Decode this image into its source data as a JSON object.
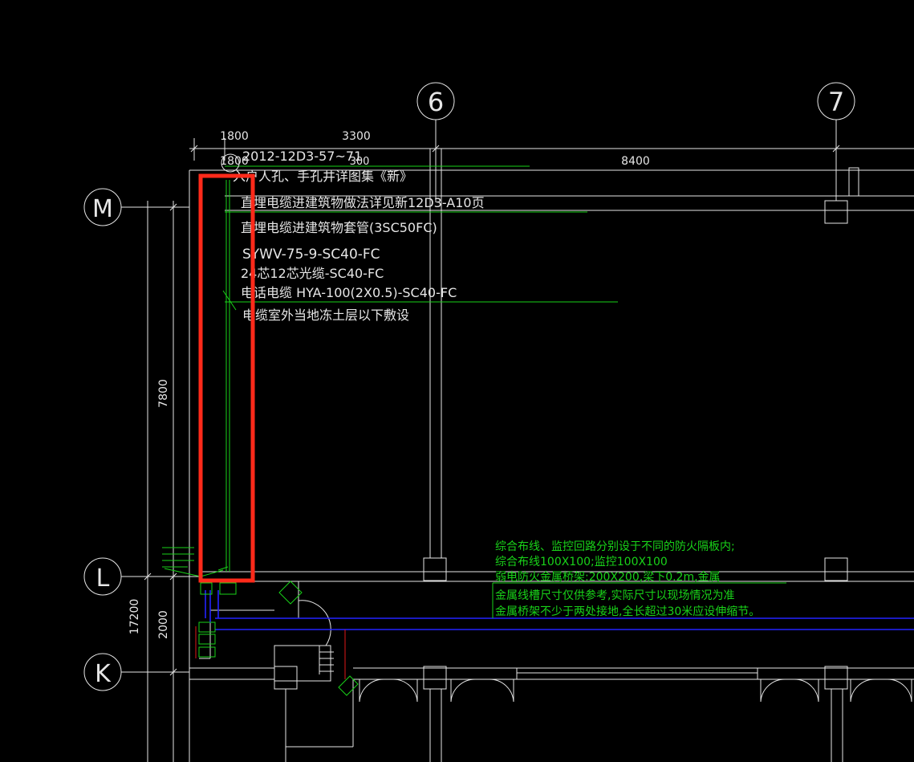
{
  "axes": {
    "col_6": "6",
    "col_7": "7",
    "row_M": "M",
    "row_L": "L",
    "row_K": "K"
  },
  "dimensions": {
    "top_1800": "1800",
    "top_3300": "3300",
    "top_8400": "8400",
    "top_1800b": "1800",
    "left_7800": "7800",
    "left_17200": "17200",
    "left_2000": "2000"
  },
  "notes_white": [
    "2012-12D3-57~71",
    "入户人孔、手孔井详图集《新》",
    "直埋电缆进建筑物做法详见新12D3-A10页",
    "直埋电缆进建筑物套管(3SC50FC)",
    "SYWV-75-9-SC40-FC",
    "24芯12芯光缆-SC40-FC",
    "电话电缆 HYA-100(2X0.5)-SC40-FC",
    "电缆室外当地冻土层以下敷设"
  ],
  "note_300": "300",
  "notes_green": [
    "综合布线、监控回路分别设于不同的防火隔板内;",
    "综合布线100X100;监控100X100",
    "弱电防火金属桥架:200X200,梁下0.2m,金属",
    "金属线槽尺寸仅供参考,实际尺寸以现场情况为准",
    "金属桥架不少于两处接地,全长超过30米应设伸缩节。"
  ],
  "colors": {
    "background": "#000000",
    "lines": "#e6e6e6",
    "green": "#19d219",
    "blue": "#2323ff",
    "highlight": "#ff2a1a"
  }
}
